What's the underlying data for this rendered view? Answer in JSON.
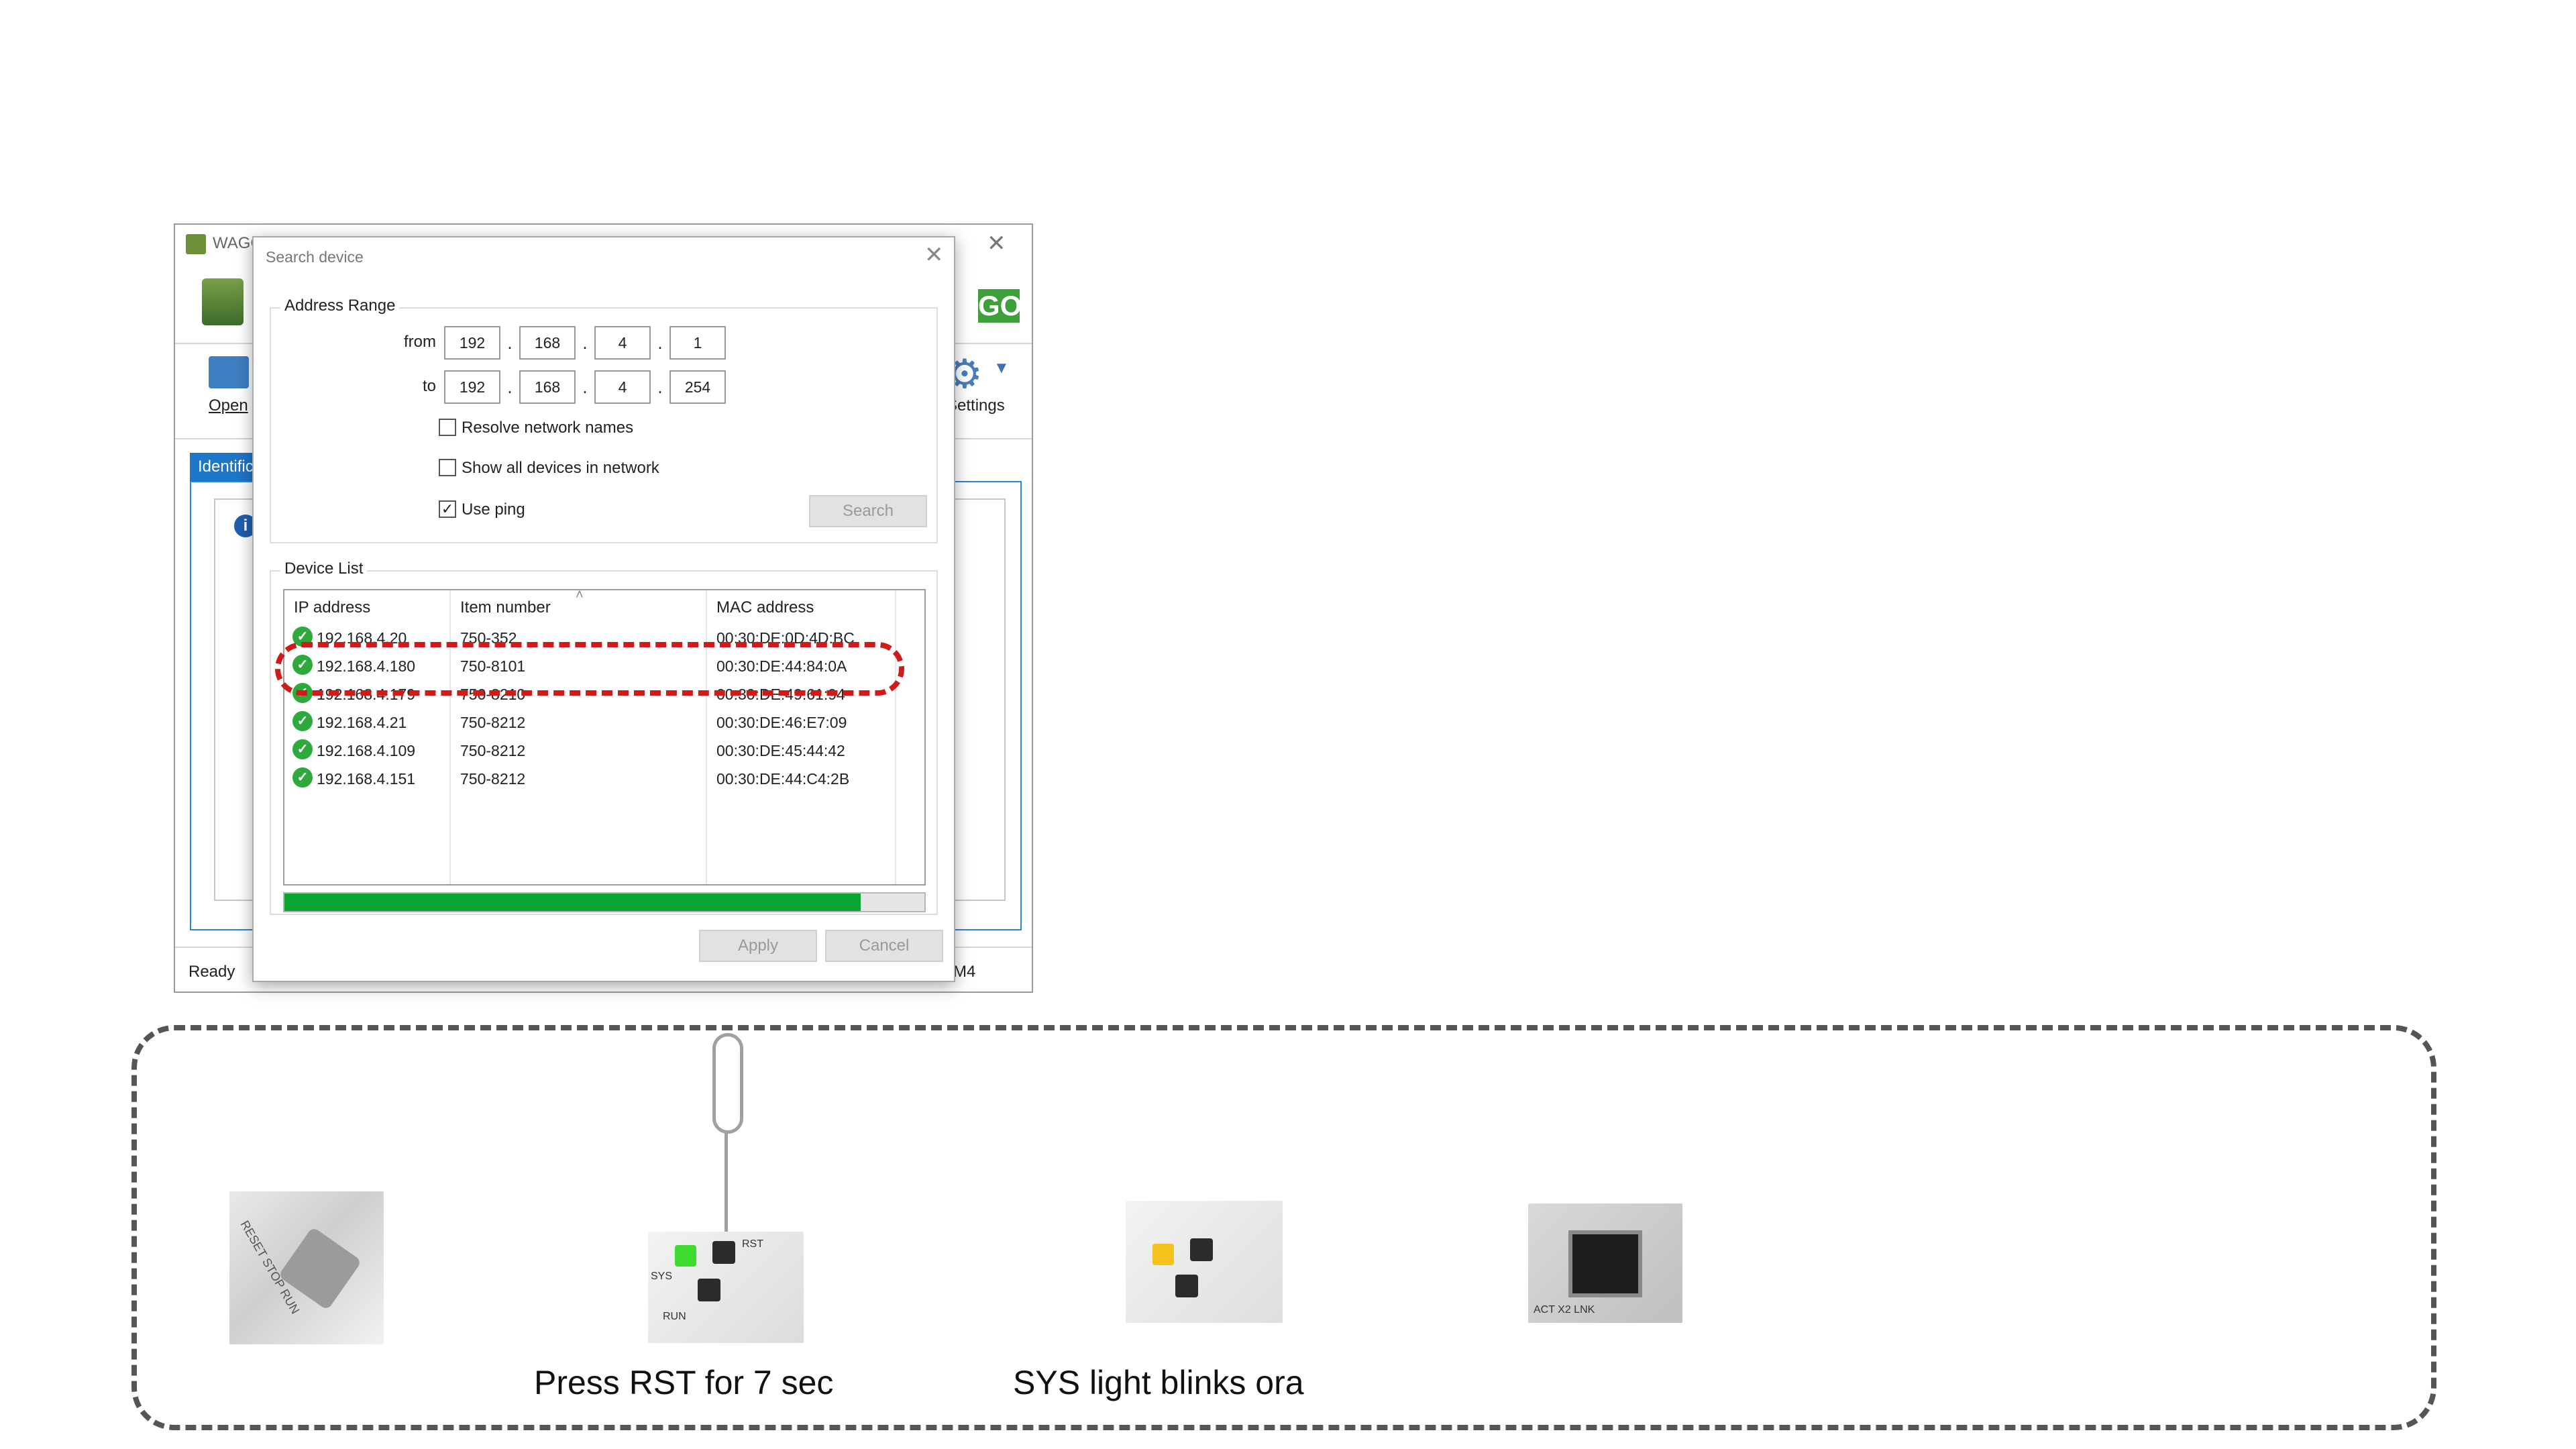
{
  "main_window": {
    "title": "WAGO",
    "toolbar": {
      "open_label": "Open",
      "settings_label": "Settings"
    },
    "logo_text": "GO",
    "tab_label": "Identification",
    "status_left": "Ready",
    "status_right": "M4"
  },
  "dialog": {
    "title": "Search device",
    "address_range": {
      "legend": "Address Range",
      "from_label": "from",
      "to_label": "to",
      "from": [
        "192",
        "168",
        "4",
        "1"
      ],
      "to": [
        "192",
        "168",
        "4",
        "254"
      ]
    },
    "options": {
      "resolve_names": {
        "label": "Resolve network names",
        "checked": false
      },
      "show_all": {
        "label": "Show all devices in network",
        "checked": false
      },
      "use_ping": {
        "label": "Use ping",
        "checked": true
      }
    },
    "search_label": "Search",
    "device_list": {
      "legend": "Device List",
      "columns": [
        "IP address",
        "Item number",
        "MAC address"
      ],
      "rows": [
        {
          "ip": "192.168.4.20",
          "item": "750-352",
          "mac": "00:30:DE:0D:4D:BC"
        },
        {
          "ip": "192.168.4.180",
          "item": "750-8101",
          "mac": "00:30:DE:44:84:0A"
        },
        {
          "ip": "192.168.4.179",
          "item": "750-8210",
          "mac": "00:30:DE:49:61:94"
        },
        {
          "ip": "192.168.4.21",
          "item": "750-8212",
          "mac": "00:30:DE:46:E7:09"
        },
        {
          "ip": "192.168.4.109",
          "item": "750-8212",
          "mac": "00:30:DE:45:44:42"
        },
        {
          "ip": "192.168.4.151",
          "item": "750-8212",
          "mac": "00:30:DE:44:C4:2B"
        }
      ]
    },
    "progress_percent": 90,
    "apply_label": "Apply",
    "cancel_label": "Cancel"
  },
  "steps": {
    "rst_caption": "Press RST for 7 sec",
    "sys_caption": "SYS light blinks ora",
    "switch_text": "RESET STOP RUN",
    "rst_labels": {
      "sys": "SYS",
      "rst": "RST",
      "run": "RUN"
    },
    "port_label": "ACT X2 LNK",
    "colors": {
      "green_led": "#3ddc2f",
      "orange_led": "#f4c21a",
      "highlight": "#d11a1a"
    }
  }
}
